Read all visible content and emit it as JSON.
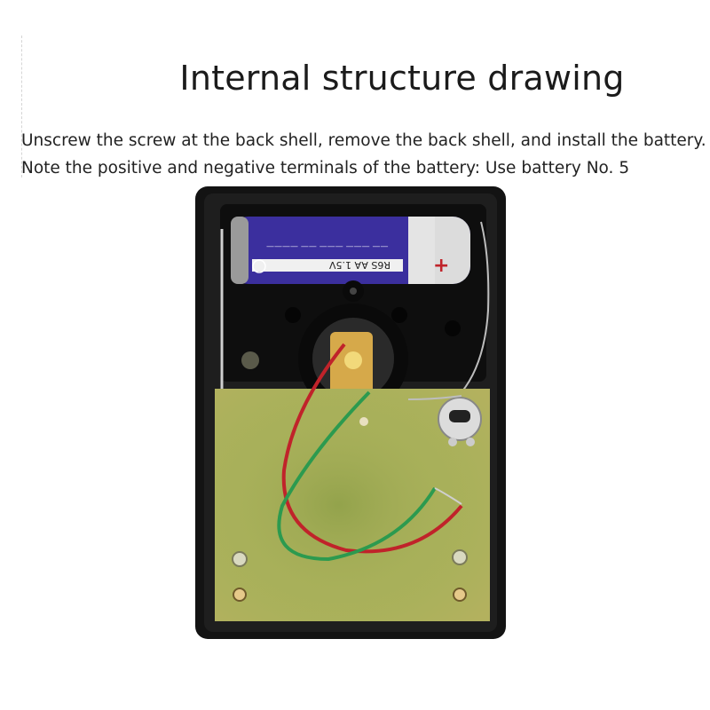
{
  "header": {
    "title": "Internal structure drawing"
  },
  "instructions": {
    "line1": "Unscrew the screw at the back shell, remove the back shell, and install the battery.",
    "line2": "Note the positive and negative terminals of the battery: Use battery No. 5"
  },
  "photo": {
    "battery_label": "R6S AA 1.5V",
    "battery_plus": "+",
    "colors": {
      "housing": "#141414",
      "battery_blue": "#3b2f9e",
      "pcb": "#a9b35a",
      "wire_red": "#c0232a",
      "wire_green": "#2c9a4f"
    }
  }
}
